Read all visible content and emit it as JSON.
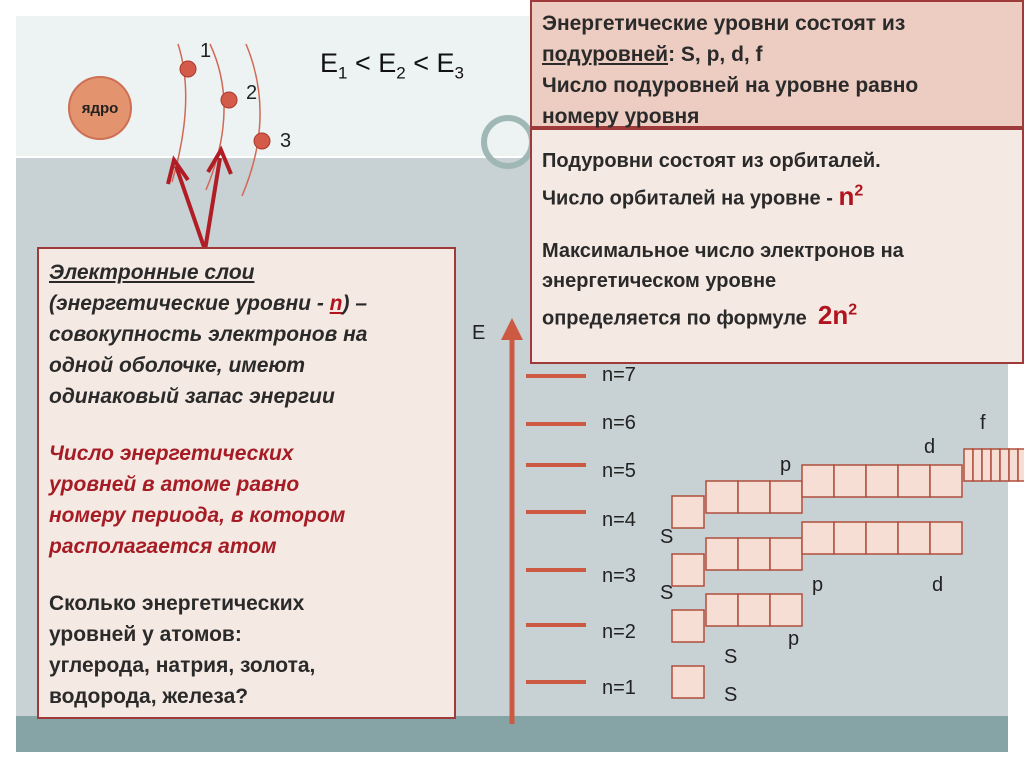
{
  "atom": {
    "nucleus_label": "ядро",
    "shell_numbers": [
      "1",
      "2",
      "3"
    ]
  },
  "equation": {
    "e1": "E",
    "s1": "1",
    "lt1": " < ",
    "e2": "E",
    "s2": "2",
    "lt2": " < ",
    "e3": "E",
    "s3": "3"
  },
  "box1": {
    "line1": "Энергетические уровни состоят из",
    "line2_underlined": "подуровней",
    "line2_rest": ": S, p, d, f",
    "line3": "Число подуровней на уровне равно",
    "line4": "номеру уровня"
  },
  "box2": {
    "line1": "Подуровни состоят из орбиталей.",
    "line2": "Число орбиталей на уровне - ",
    "line2_formula": "n",
    "line2_exp": "2",
    "line3": "Максимальное число электронов на",
    "line4": "энергетическом уровне",
    "line5": "определяется по формуле  ",
    "line5_formula": "2n",
    "line5_exp": "2"
  },
  "box3": {
    "p1_underlined": "Электронные слои",
    "p1_line2_a": "(энергетические уровни - ",
    "p1_line2_n": "n",
    "p1_line2_b": ") –",
    "p1_line3": "совокупность электронов на",
    "p1_line4": "одной оболочке, имеют",
    "p1_line5": "одинаковый запас энергии",
    "p2_line1": "Число энергетических",
    "p2_line2": "уровней в атоме равно",
    "p2_line3": "номеру периода, в котором",
    "p2_line4": "располагается атом",
    "p3_line1": "Сколько энергетических",
    "p3_line2": "уровней у атомов:",
    "p3_line3": "углерода, натрия, золота,",
    "p3_line4": "водорода, железа?"
  },
  "energy_diagram": {
    "axis_label": "E",
    "levels": [
      "n=7",
      "n=6",
      "n=5",
      "n=4",
      "n=3",
      "n=2",
      "n=1"
    ],
    "sublevel_labels": {
      "n1_s": "S",
      "n2_s": "S",
      "n2_p": "p",
      "n3_s": "S",
      "n3_p": "p",
      "n3_d": "d",
      "n4_s": "S",
      "n4_p": "p",
      "n4_d": "d",
      "n4_f": "f"
    }
  },
  "colors": {
    "arrow": "#b01d24",
    "level_line": "#cc5a42",
    "orbital_fill": "#f7ded4",
    "orbital_border": "#b04f3c",
    "electron": "#d45a4a"
  }
}
